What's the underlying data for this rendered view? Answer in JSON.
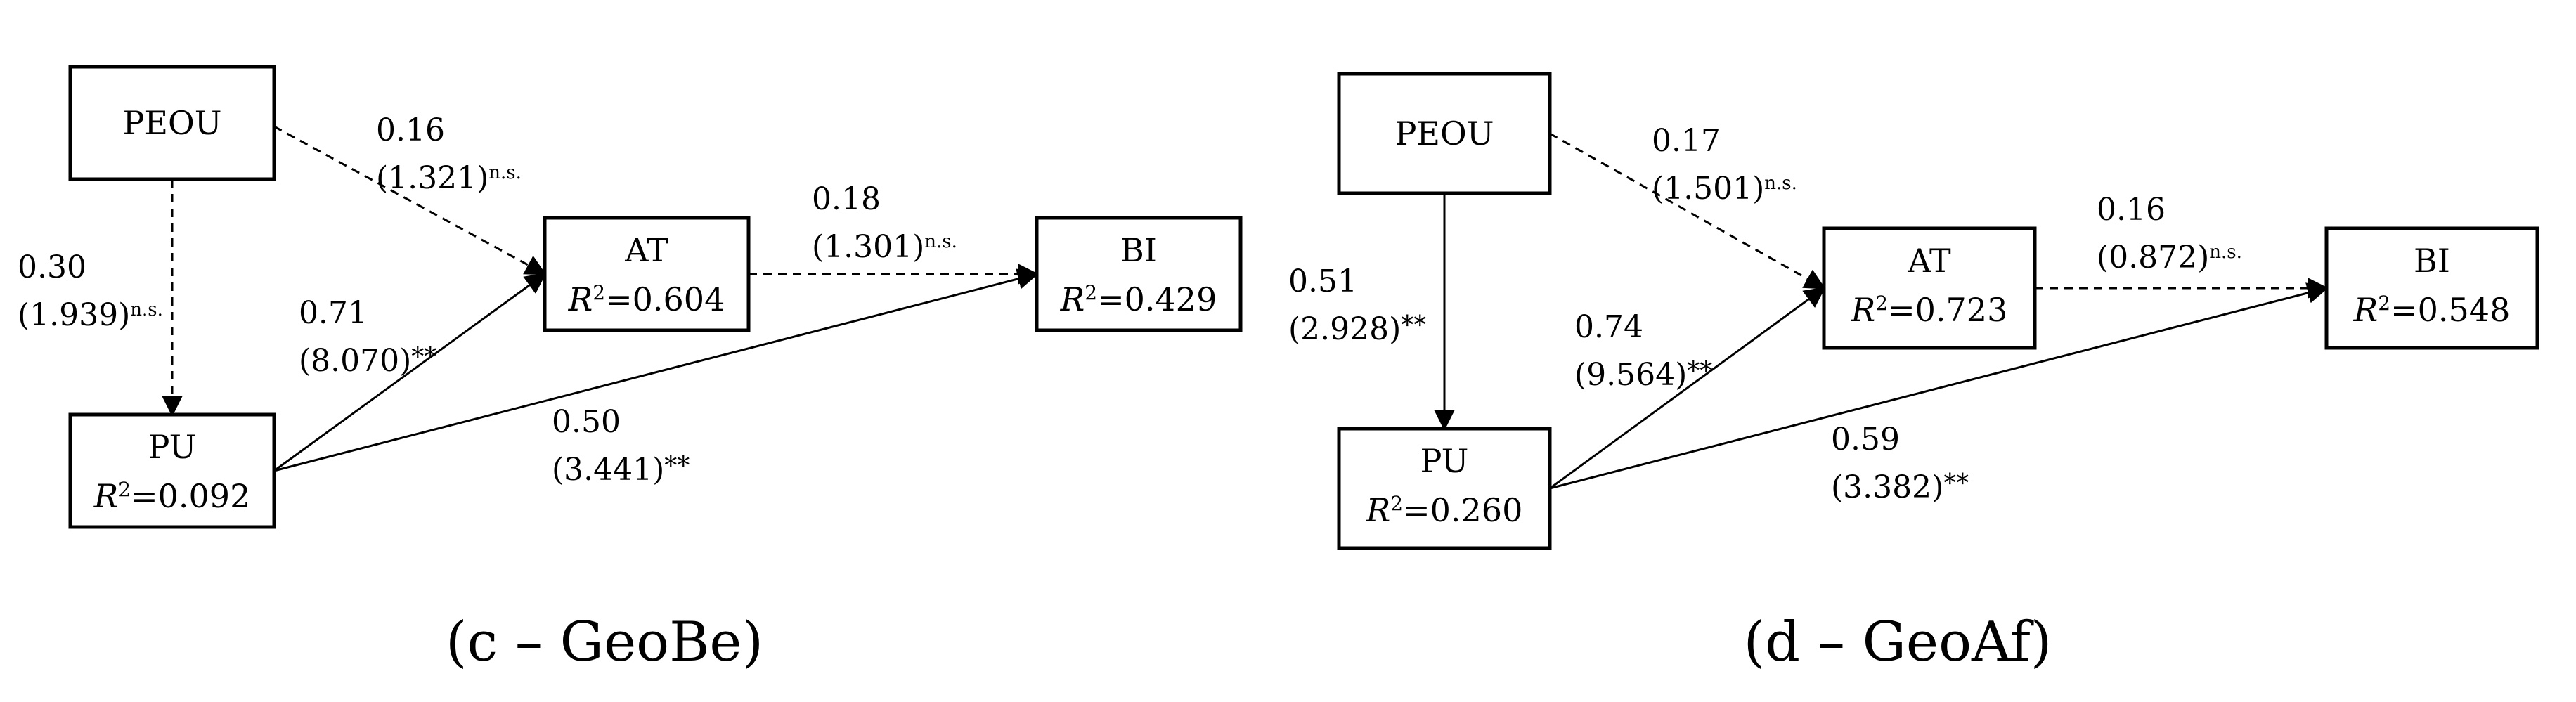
{
  "panels": [
    {
      "id": "c",
      "caption": "(c – GeoBe)",
      "nodes": [
        {
          "id": "PEOU",
          "label": "PEOU",
          "r2": null
        },
        {
          "id": "PU",
          "label": "PU",
          "r2": "0.092"
        },
        {
          "id": "AT",
          "label": "AT",
          "r2": "0.604"
        },
        {
          "id": "BI",
          "label": "BI",
          "r2": "0.429"
        }
      ],
      "edges": [
        {
          "from": "PEOU",
          "to": "AT",
          "coef": "0.16",
          "t": "(1.321)",
          "sig": "n.s.",
          "style": "dashed"
        },
        {
          "from": "PEOU",
          "to": "PU",
          "coef": "0.30",
          "t": "(1.939)",
          "sig": "n.s.",
          "style": "dashed"
        },
        {
          "from": "PU",
          "to": "AT",
          "coef": "0.71",
          "t": "(8.070)",
          "sig": "**",
          "style": "solid"
        },
        {
          "from": "AT",
          "to": "BI",
          "coef": "0.18",
          "t": "(1.301)",
          "sig": "n.s.",
          "style": "dashed"
        },
        {
          "from": "PU",
          "to": "BI",
          "coef": "0.50",
          "t": "(3.441)",
          "sig": "**",
          "style": "solid"
        }
      ]
    },
    {
      "id": "d",
      "caption": "(d – GeoAf)",
      "nodes": [
        {
          "id": "PEOU",
          "label": "PEOU",
          "r2": null
        },
        {
          "id": "PU",
          "label": "PU",
          "r2": "0.260"
        },
        {
          "id": "AT",
          "label": "AT",
          "r2": "0.723"
        },
        {
          "id": "BI",
          "label": "BI",
          "r2": "0.548"
        }
      ],
      "edges": [
        {
          "from": "PEOU",
          "to": "AT",
          "coef": "0.17",
          "t": "(1.501)",
          "sig": "n.s.",
          "style": "dashed"
        },
        {
          "from": "PEOU",
          "to": "PU",
          "coef": "0.51",
          "t": "(2.928)",
          "sig": "**",
          "style": "solid"
        },
        {
          "from": "PU",
          "to": "AT",
          "coef": "0.74",
          "t": "(9.564)",
          "sig": "**",
          "style": "solid"
        },
        {
          "from": "AT",
          "to": "BI",
          "coef": "0.16",
          "t": "(0.872)",
          "sig": "n.s.",
          "style": "dashed"
        },
        {
          "from": "PU",
          "to": "BI",
          "coef": "0.59",
          "t": "(3.382)",
          "sig": "**",
          "style": "solid"
        }
      ]
    }
  ]
}
